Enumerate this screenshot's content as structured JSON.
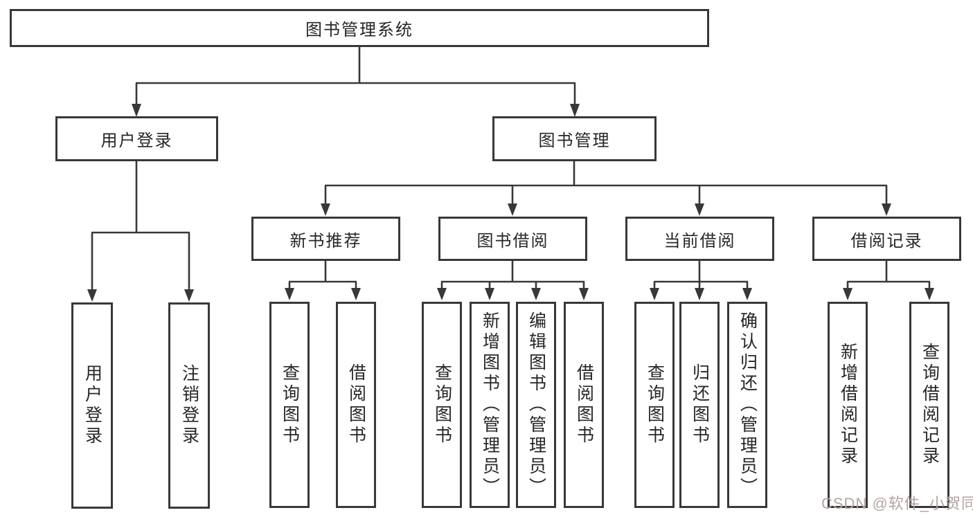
{
  "diagram": {
    "type": "hierarchy-tree",
    "orientation": "top-down"
  },
  "colors": {
    "background": "#ffffff",
    "line": "#383838",
    "box_border": "#383838",
    "text": "#262626",
    "watermark": "#b3a4a2"
  },
  "tree": {
    "root": {
      "label": "图书管理系统",
      "children": [
        {
          "label": "用户登录",
          "children": [
            {
              "label": "用户登录"
            },
            {
              "label": "注销登录"
            }
          ]
        },
        {
          "label": "图书管理",
          "children": [
            {
              "label": "新书推荐",
              "children": [
                {
                  "label": "查询图书"
                },
                {
                  "label": "借阅图书"
                }
              ]
            },
            {
              "label": "图书借阅",
              "children": [
                {
                  "label": "查询图书"
                },
                {
                  "label": "新增图书（管理员）"
                },
                {
                  "label": "编辑图书（管理员）"
                },
                {
                  "label": "借阅图书"
                }
              ]
            },
            {
              "label": "当前借阅",
              "children": [
                {
                  "label": "查询图书"
                },
                {
                  "label": "归还图书"
                },
                {
                  "label": "确认归还（管理员）"
                }
              ]
            },
            {
              "label": "借阅记录",
              "children": [
                {
                  "label": "新增借阅记录"
                },
                {
                  "label": "查询借阅记录"
                }
              ]
            }
          ]
        }
      ]
    }
  },
  "watermark": {
    "text": "CSDN @软件_小贺同学"
  }
}
